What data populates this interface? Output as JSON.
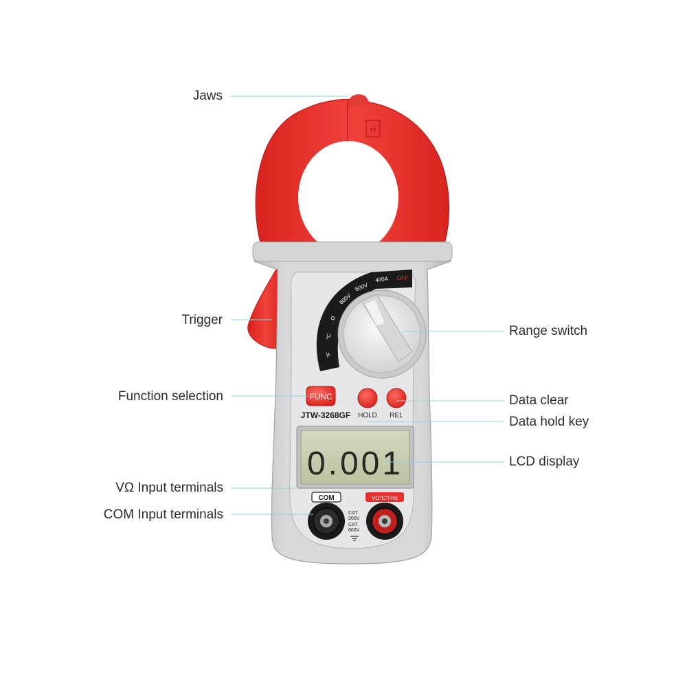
{
  "callouts": {
    "jaws": "Jaws",
    "trigger": "Trigger",
    "function_selection": "Function selection",
    "vohm_input": "VΩ Input terminals",
    "com_input": "COM Input terminals",
    "range_switch": "Range switch",
    "data_clear": "Data clear",
    "data_hold_key": "Data hold key",
    "lcd_display": "LCD display"
  },
  "device": {
    "model": "JTW-3268GF",
    "func_button": "FUNC",
    "hold_button": "HOLD",
    "rel_button": "REL",
    "lcd_reading": "0.001",
    "dial_marks": [
      "OFF",
      "400A",
      "600V",
      "600V",
      "Ω",
      "°C",
      "°F"
    ],
    "com_label": "COM",
    "vohm_label": "VΩ°C°FHz",
    "cat_lines": [
      "CAT",
      "300V",
      "CAT",
      "600V"
    ],
    "jaw_mark": "H"
  },
  "colors": {
    "jaw_red": "#e8312f",
    "body_grey": "#cfd1d2",
    "panel_grey": "#e6e7e8",
    "lcd_green": "#c9d0b0",
    "callout_line": "#8fd3de"
  }
}
